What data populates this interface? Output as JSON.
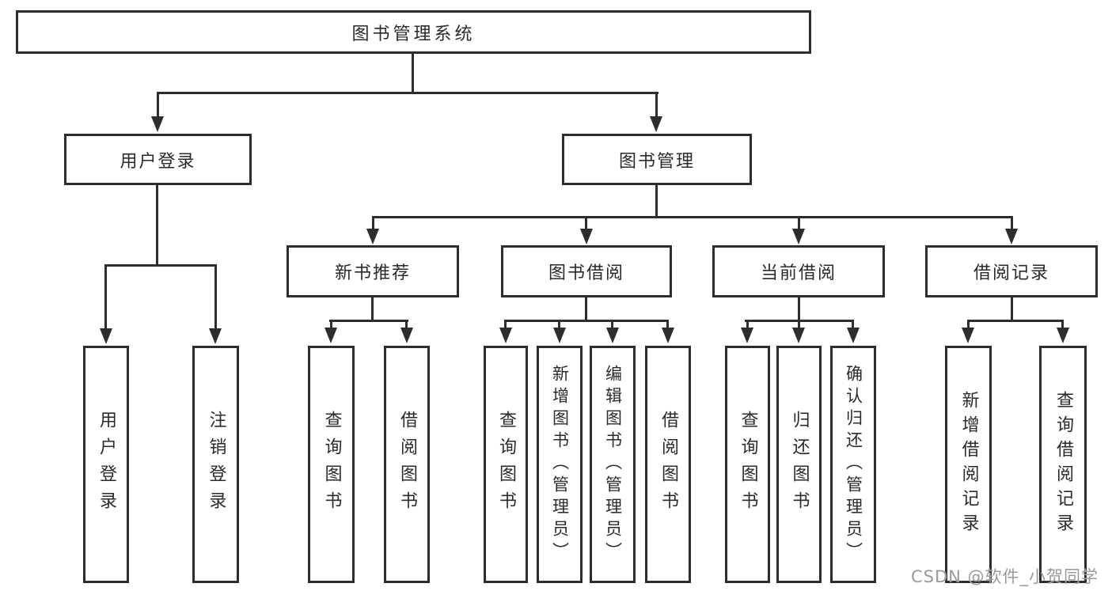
{
  "diagram": {
    "title": "图书管理系统",
    "branches": [
      {
        "label": "用户登录",
        "children": [
          {
            "label": "用户登录"
          },
          {
            "label": "注销登录"
          }
        ]
      },
      {
        "label": "图书管理",
        "children": [
          {
            "label": "新书推荐",
            "children": [
              {
                "label": "查询图书"
              },
              {
                "label": "借阅图书"
              }
            ]
          },
          {
            "label": "图书借阅",
            "children": [
              {
                "label": "查询图书"
              },
              {
                "label": "新增图书（管理员）"
              },
              {
                "label": "编辑图书（管理员）"
              },
              {
                "label": "借阅图书"
              }
            ]
          },
          {
            "label": "当前借阅",
            "children": [
              {
                "label": "查询图书"
              },
              {
                "label": "归还图书"
              },
              {
                "label": "确认归还（管理员）"
              }
            ]
          },
          {
            "label": "借阅记录",
            "children": [
              {
                "label": "新增借阅记录"
              },
              {
                "label": "查询借阅记录"
              }
            ]
          }
        ]
      }
    ]
  },
  "watermark": {
    "text": "CSDN @软件_小贺同学",
    "color": "#9a9a9a"
  },
  "colors": {
    "line": "#2d2d2d",
    "text": "#2a2a2a",
    "background": "#ffffff"
  }
}
